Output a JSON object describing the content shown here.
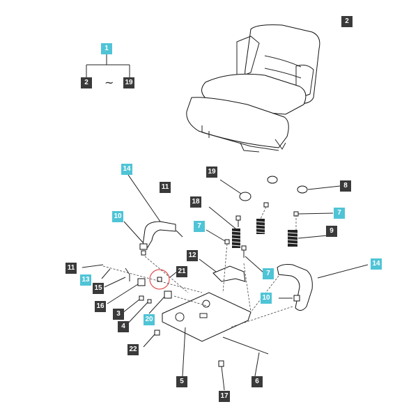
{
  "callouts": {
    "c1": "1",
    "c2a": "2",
    "c19a": "19",
    "tilde": "~",
    "c2": "2",
    "c14a": "14",
    "c11a": "11",
    "c19": "19",
    "c8": "8",
    "c18": "18",
    "c10a": "10",
    "c7a": "7",
    "c7b": "7",
    "c9": "9",
    "c12": "12",
    "c11b": "11",
    "c13": "13",
    "c15": "15",
    "c21": "21",
    "c7c": "7",
    "c14b": "14",
    "c16": "16",
    "c3": "3",
    "c10b": "10",
    "c4": "4",
    "c20": "20",
    "c22": "22",
    "c5": "5",
    "c6": "6",
    "c17": "17"
  },
  "colors": {
    "dark_label": "#3a3a3a",
    "cyan_label": "#4fc4d6",
    "highlight_circle": "#e03030"
  }
}
